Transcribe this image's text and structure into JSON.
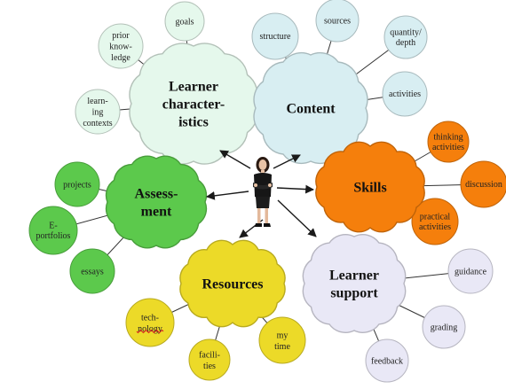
{
  "central_figure": {
    "icon": "teacher-figure"
  },
  "colors": {
    "learner_characteristics": "#e5f8ec",
    "content": "#d8eef2",
    "skills": "#f57f0c",
    "learner_support": "#e9e8f6",
    "resources": "#ecda28",
    "assessment": "#5cc94c",
    "spellcheck_underline": "#d42020"
  },
  "clouds": {
    "learner_characteristics": {
      "label_lines": [
        "Learner",
        "character-",
        "istics"
      ],
      "leaves": [
        {
          "lines": [
            "goals"
          ]
        },
        {
          "lines": [
            "prior",
            "know-",
            "ledge"
          ]
        },
        {
          "lines": [
            "learn-",
            "ing",
            "contexts"
          ]
        }
      ]
    },
    "content": {
      "label_lines": [
        "Content"
      ],
      "leaves": [
        {
          "lines": [
            "structure"
          ]
        },
        {
          "lines": [
            "sources"
          ]
        },
        {
          "lines": [
            "quantity/",
            "depth"
          ]
        },
        {
          "lines": [
            "activities"
          ]
        }
      ]
    },
    "skills": {
      "label_lines": [
        "Skills"
      ],
      "leaves": [
        {
          "lines": [
            "thinking",
            "activities"
          ]
        },
        {
          "lines": [
            "discussion"
          ]
        },
        {
          "lines": [
            "practical",
            "activities"
          ]
        }
      ]
    },
    "learner_support": {
      "label_lines": [
        "Learner",
        "support"
      ],
      "leaves": [
        {
          "lines": [
            "guidance"
          ]
        },
        {
          "lines": [
            "grading"
          ]
        },
        {
          "lines": [
            "feedback"
          ]
        }
      ]
    },
    "resources": {
      "label_lines": [
        "Resources"
      ],
      "leaves": [
        {
          "lines": [
            "tech-",
            "nology"
          ]
        },
        {
          "lines": [
            "facili-",
            "ties"
          ]
        },
        {
          "lines": [
            "my",
            "time"
          ]
        }
      ]
    },
    "assessment": {
      "label_lines": [
        "Assess-",
        "ment"
      ],
      "leaves": [
        {
          "lines": [
            "projects"
          ]
        },
        {
          "lines": [
            "E-",
            "portfolios"
          ]
        },
        {
          "lines": [
            "essays"
          ]
        }
      ]
    }
  }
}
